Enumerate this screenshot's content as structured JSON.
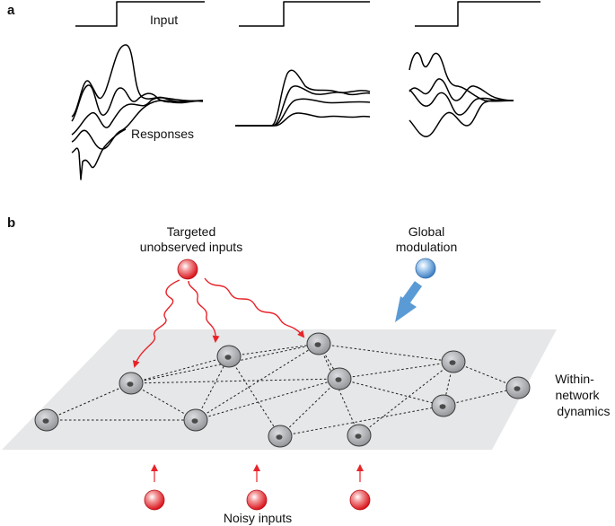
{
  "panels": {
    "a": "a",
    "b": "b"
  },
  "panel_a": {
    "input_label": "Input",
    "responses_label": "Responses"
  },
  "panel_b": {
    "targeted_label_line1": "Targeted",
    "targeted_label_line2": "unobserved inputs",
    "global_label_line1": "Global",
    "global_label_line2": "modulation",
    "network_label_line1": "Within-",
    "network_label_line2": "network",
    "network_label_line3": "dynamics",
    "noisy_label": "Noisy inputs"
  },
  "colors": {
    "red_input": "#e8232a",
    "blue_modulation": "#5b9bd5",
    "plane": "#e6e7e8",
    "cell": "#a7a9ac"
  }
}
